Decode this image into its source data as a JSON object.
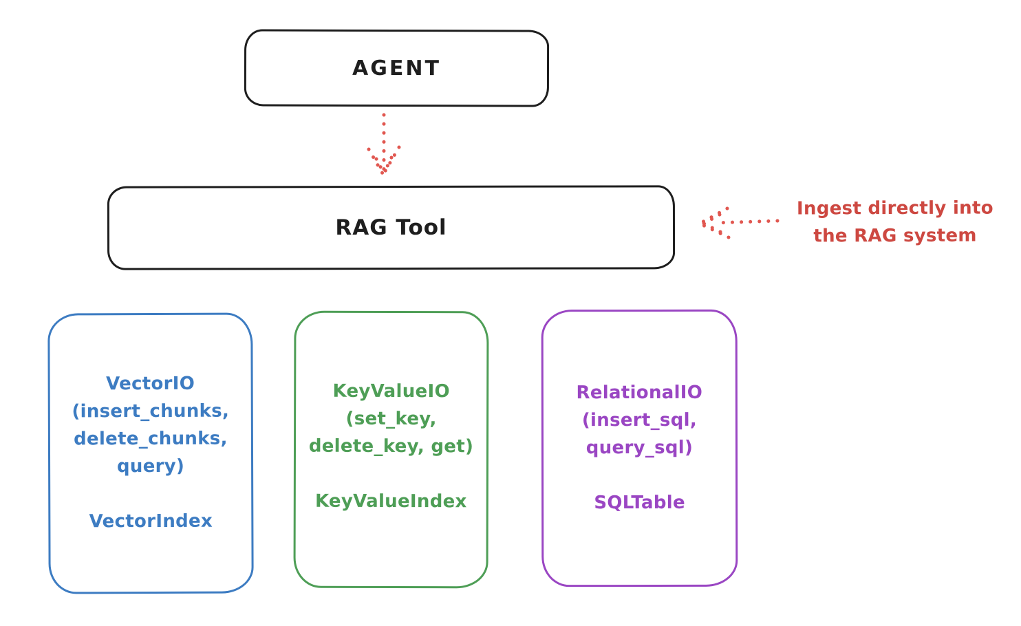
{
  "diagram": {
    "agent": {
      "label": "AGENT",
      "color": "#1e1e1e"
    },
    "rag_tool": {
      "label": "RAG Tool",
      "color": "#1e1e1e"
    },
    "annotation": {
      "line1": "Ingest directly into",
      "line2": "the RAG system",
      "text_color": "#cd4841",
      "arrow_color": "#e15750"
    },
    "nodes": [
      {
        "name": "VectorIO",
        "methods": [
          "(insert_chunks,",
          "delete_chunks,",
          "query)"
        ],
        "index_label": "VectorIndex",
        "color": "#3d7cc2"
      },
      {
        "name": "KeyValueIO",
        "methods": [
          "(set_key,",
          "delete_key, get)"
        ],
        "index_label": "KeyValueIndex",
        "color": "#4e9e56"
      },
      {
        "name": "RelationalIO",
        "methods": [
          "(insert_sql,",
          "query_sql)"
        ],
        "index_label": "SQLTable",
        "color": "#9a46c3"
      }
    ]
  }
}
